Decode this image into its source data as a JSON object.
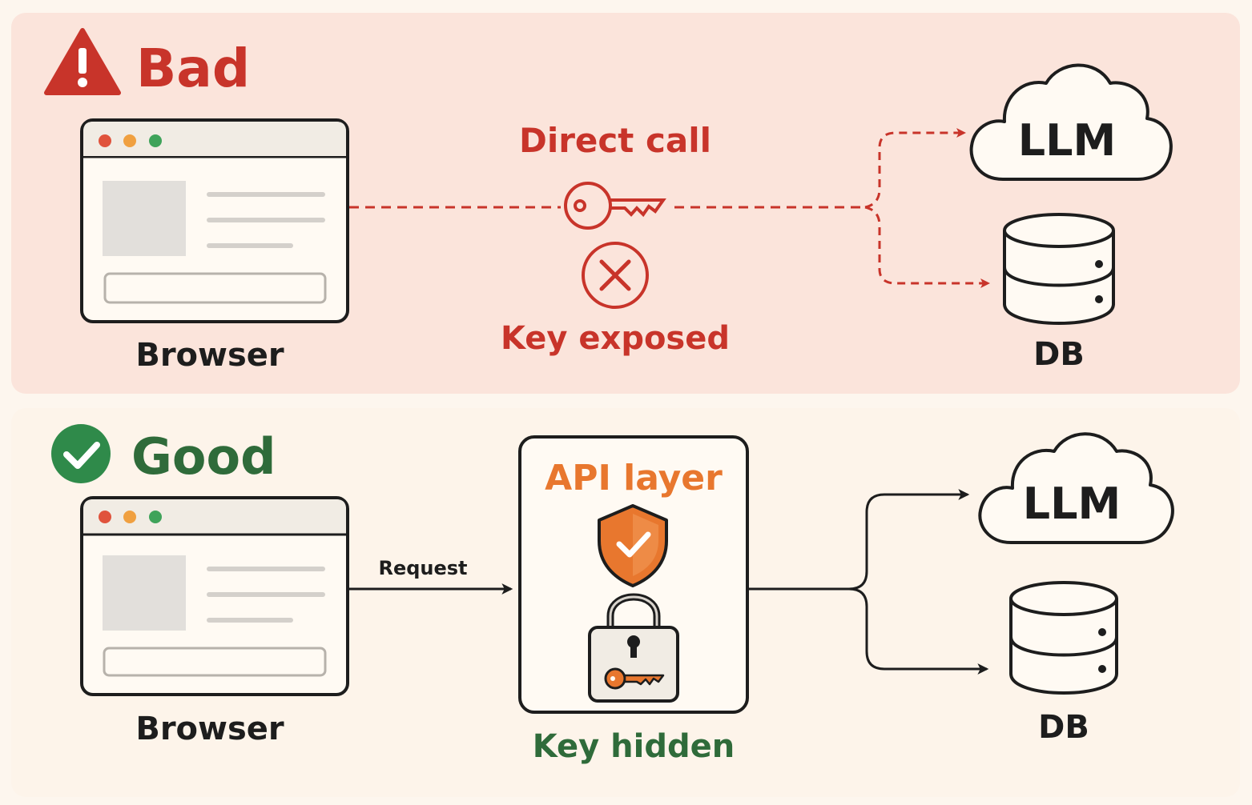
{
  "bad": {
    "title": "Bad",
    "browser_label": "Browser",
    "flow_label": "Direct call",
    "warning_label": "Key exposed",
    "llm_label": "LLM",
    "db_label": "DB"
  },
  "good": {
    "title": "Good",
    "browser_label": "Browser",
    "request_label": "Request",
    "api_title": "API layer",
    "api_caption": "Key hidden",
    "llm_label": "LLM",
    "db_label": "DB"
  },
  "colors": {
    "bad_panel": "#fbe4db",
    "good_panel": "#fdf4ea",
    "bad_red": "#c8342a",
    "good_green": "#2f8a4a",
    "api_orange": "#e8772e",
    "ink": "#1d1d1d"
  },
  "icons": [
    "warning-triangle-icon",
    "check-circle-icon",
    "key-icon",
    "x-circle-icon",
    "cloud-icon",
    "database-icon",
    "shield-check-icon",
    "padlock-icon"
  ]
}
